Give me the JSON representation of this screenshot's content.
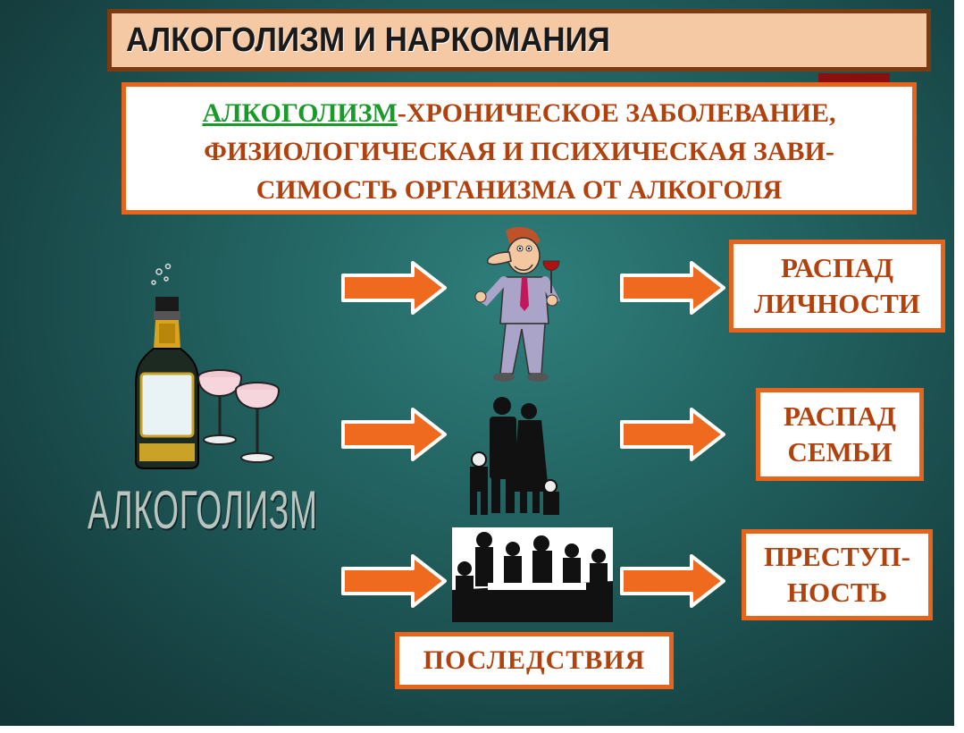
{
  "title": "АЛКОГОЛИЗМ И НАРКОМАНИЯ",
  "definition": {
    "term": "АЛКОГОЛИЗМ",
    "line1_rest": "-ХРОНИЧЕСКОЕ ЗАБОЛЕВАНИЕ,",
    "line2": "ФИЗИОЛОГИЧЕСКАЯ И ПСИХИЧЕСКАЯ ЗАВИ-",
    "line3": "СИМОСТЬ ОРГАНИЗМА ОТ АЛКОГОЛЯ"
  },
  "left_label": "АЛКОГОЛИЗМ",
  "results": [
    {
      "line1": "РАСПАД",
      "line2": "ЛИЧНОСТИ"
    },
    {
      "line1": "РАСПАД",
      "line2": "СЕМЬИ"
    },
    {
      "line1": "ПРЕСТУП-",
      "line2": "НОСТЬ"
    }
  ],
  "footer_box": "ПОСЛЕДСТВИЯ",
  "colors": {
    "background": "#21605e",
    "accent_orange": "#e7641c",
    "text_red": "#b1420e",
    "term_green": "#1a9a2a",
    "title_bg": "#f5c9a4"
  },
  "icons": [
    "champagne-bottle-icon",
    "wine-glasses-icon",
    "drunk-man-icon",
    "family-icon",
    "meeting-group-icon",
    "arrow-right-icon"
  ]
}
